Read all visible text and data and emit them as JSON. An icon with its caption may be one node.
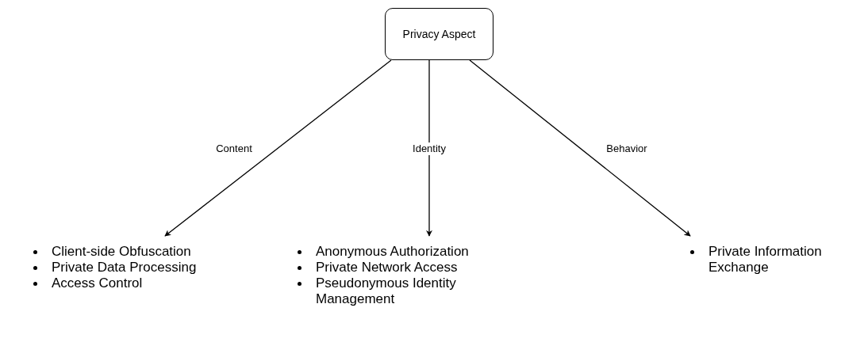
{
  "diagram": {
    "nodes": [
      {
        "text": [
          "Privacy Aspect"
        ]
      },
      {
        "text": [
          "Client-side Obfuscation",
          "Private Data Processing",
          "Access Control"
        ]
      },
      {
        "text": [
          "Anonymous Authorization",
          "Private Network Access",
          "Pseudonymous Identity Management"
        ]
      },
      {
        "text": [
          "Private Information Exchange"
        ]
      }
    ],
    "edges": [
      {
        "from": 0,
        "to": 1,
        "arrow": "to",
        "label": "Content"
      },
      {
        "from": 0,
        "to": 2,
        "arrow": "to",
        "label": "Identity"
      },
      {
        "from": 0,
        "to": 3,
        "arrow": "to",
        "label": "Behavior"
      }
    ]
  }
}
